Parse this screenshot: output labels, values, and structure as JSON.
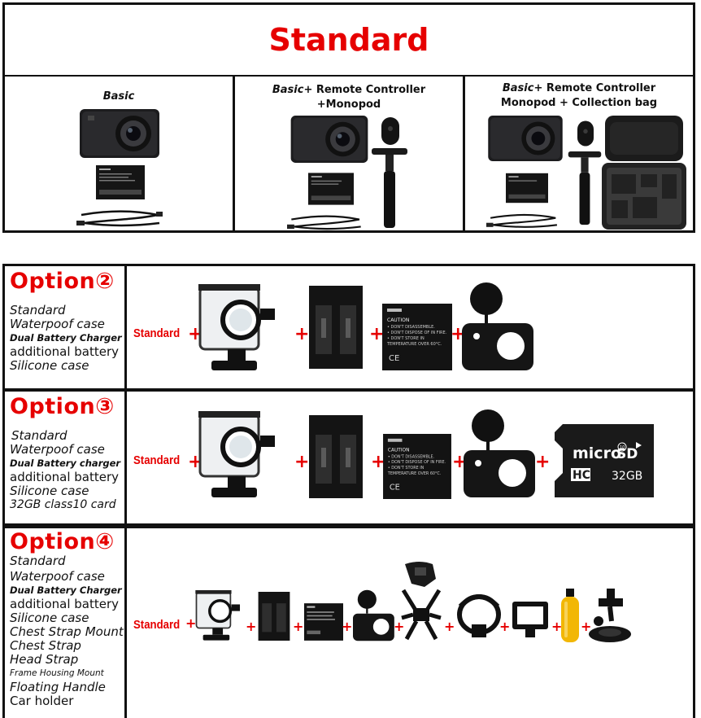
{
  "standard": {
    "title": "Standard",
    "columns": [
      {
        "caption_lead": "Basic",
        "caption_rest": "",
        "caption_line2": ""
      },
      {
        "caption_lead": "Basic",
        "caption_rest": "+ Remote Controller",
        "caption_line2": "+Monopod"
      },
      {
        "caption_lead": "Basic",
        "caption_rest": "+ Remote Controller",
        "caption_line2": "Monopod + Collection bag"
      }
    ]
  },
  "options": [
    {
      "title": "Option②",
      "items": [
        "Standard",
        "Waterpoof case",
        "Dual Battery Charger",
        "additional battery",
        "Silicone case"
      ],
      "standard_label": "Standard",
      "plus": "+"
    },
    {
      "title": "Option③",
      "items": [
        "Standard",
        "Waterpoof case",
        "Dual Battery charger",
        "additional battery",
        "Silicone case",
        "32GB class10 card"
      ],
      "standard_label": "Standard",
      "plus": "+"
    },
    {
      "title": "Option④",
      "items": [
        "Standard",
        "Waterpoof case",
        "Dual Battery Charger",
        "additional battery",
        "Silicone case",
        "Chest Strap Mount",
        "Chest Strap",
        "Head Strap",
        "Frame Housing Mount",
        "Floating Handle",
        "Car holder"
      ],
      "standard_label": "Standard",
      "plus": "+"
    }
  ],
  "product_text": {
    "battery": [
      "CAUTION",
      "• DON'T DISASSEMBLE.",
      "• DON'T DISPOSE OF IN FIRE.",
      "• DON'T STORE IN",
      "TEMPERATURE OVER 60°C."
    ],
    "battery_marks": "CE",
    "sd_brand": "micro",
    "sd_sd": "SD",
    "sd_hc": "HC",
    "sd_class": "10",
    "sd_capacity": "32GB"
  },
  "colors": {
    "accent": "#e60000",
    "border": "#111111"
  }
}
